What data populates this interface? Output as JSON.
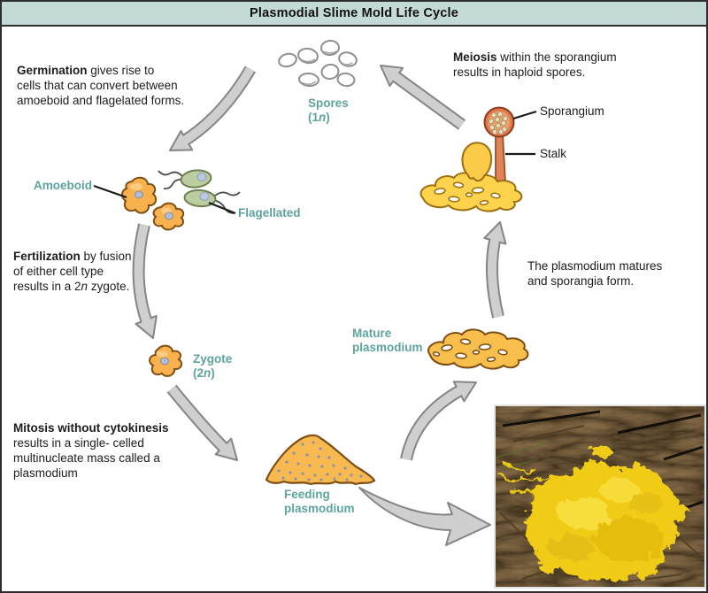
{
  "title": "Plasmodial Slime Mold Life Cycle",
  "annotations": {
    "germination": {
      "lead": "Germination",
      "line1_rest": " gives rise to",
      "line2": "cells that can convert between",
      "line3": "amoeboid and flagelated forms."
    },
    "meiosis": {
      "lead": "Meiosis",
      "line1_rest": " within the sporangium",
      "line2": "results in haploid spores."
    },
    "fertilization": {
      "lead": "Fertilization",
      "line1_rest": " by fusion",
      "line2": "of either cell type",
      "line3_pre": "results in a 2",
      "line3_italic": "n",
      "line3_post": " zygote."
    },
    "mitosis": {
      "lead": "Mitosis without cytokinesis",
      "line2": "results in a single- celled",
      "line3": "multinucleate mass called a",
      "line4": "plasmodium"
    },
    "maturation": {
      "line1": "The plasmodium matures",
      "line2": "and sporangia form."
    }
  },
  "labels": {
    "spores": {
      "name": "Spores",
      "ploidy_open": "(1",
      "ploidy_n": "n",
      "ploidy_close": ")"
    },
    "amoeboid": "Amoeboid",
    "flagellated": "Flagellated",
    "zygote": {
      "name": "Zygote",
      "ploidy_open": "(2",
      "ploidy_n": "n",
      "ploidy_close": ")"
    },
    "feeding": {
      "line1": "Feeding",
      "line2": "plasmodium"
    },
    "mature": {
      "line1": "Mature",
      "line2": "plasmodium"
    },
    "sporangium": "Sporangium",
    "stalk": "Stalk"
  },
  "colors": {
    "title_bg": "#c4dad6",
    "teal_label": "#5ea39d",
    "cell_orange": "#f8b14c",
    "cell_outline": "#7d4e14",
    "green_cell": "#bccd9f",
    "nucleus": "#b3bdd1",
    "arrow_fill": "#cfcfcf",
    "arrow_edge": "#858585",
    "stalk_orange": "#e08356",
    "network_yellow": "#fdd24c",
    "photo_yellow": "#f0cc17",
    "photo_ground": "#241a10"
  }
}
